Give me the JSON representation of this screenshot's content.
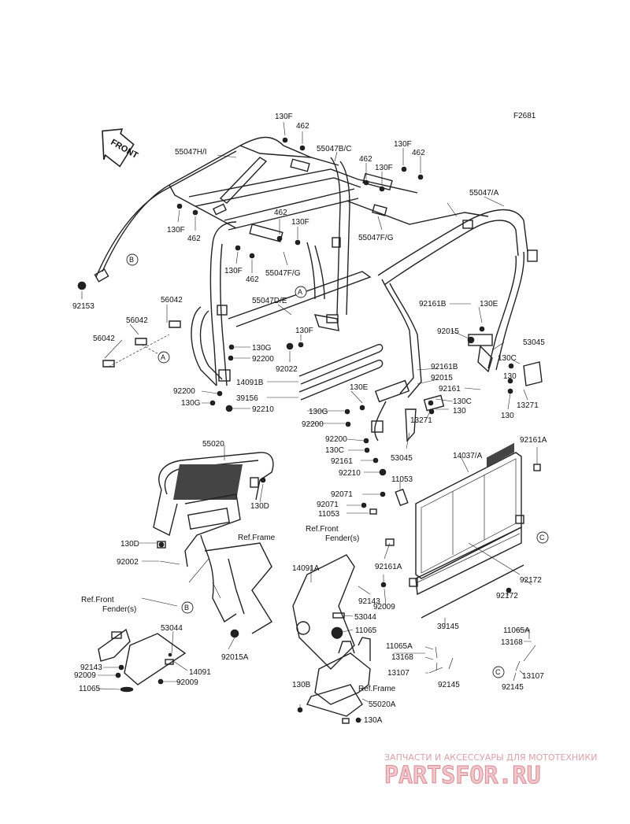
{
  "figure_id": "F2681",
  "front_arrow_label": "FRONT",
  "callouts": {
    "a": "A",
    "b": "B",
    "c": "C"
  },
  "labels": {
    "p130F_a": "130F",
    "p462_a": "462",
    "p55047HI": "55047H/I",
    "p55047BC": "55047B/C",
    "p130F_b": "130F",
    "p462_b": "462",
    "p462_c": "462",
    "p130F_c": "130F",
    "p130F_d": "130F",
    "p462_d": "462",
    "p462_e": "462",
    "p130F_e": "130F",
    "p55047FG_a": "55047F/G",
    "p55047A": "55047/A",
    "p130F_f": "130F",
    "p462_f": "462",
    "p55047FG_b": "55047F/G",
    "p92153": "92153",
    "p56042_a": "56042",
    "p56042_b": "56042",
    "p56042_c": "56042",
    "p55047DE": "55047D/E",
    "p130F_g": "130F",
    "p130G_a": "130G",
    "p92200_a": "92200",
    "p92022": "92022",
    "p14091B": "14091B",
    "p39156": "39156",
    "p92200_b": "92200",
    "p130G_b": "130G",
    "p92210_a": "92210",
    "p92161B_a": "92161B",
    "p130E_a": "130E",
    "p92015_a": "92015",
    "p53045_a": "53045",
    "p92161B_b": "92161B",
    "p92015_b": "92015",
    "p130C_a": "130C",
    "p92161_a": "92161",
    "p130E_b": "130E",
    "p130G_c": "130G",
    "p92200_c": "92200",
    "p130C_b": "130C",
    "p130_a": "130",
    "p13271_a": "13271",
    "p130_b": "130",
    "p13271_b": "13271",
    "p92200_d": "92200",
    "p130C_c": "130C",
    "p92161_b": "92161",
    "p53045_b": "53045",
    "p92210_b": "92210",
    "p55020": "55020",
    "p130D_a": "130D",
    "p130D_b": "130D",
    "p92002": "92002",
    "p14037A": "14037/A",
    "p92161A_a": "92161A",
    "p11053_a": "11053",
    "p92071_a": "92071",
    "p92071_b": "92071",
    "p11053_b": "11053",
    "ref_front_fender_a": "Ref.Front\nFender(s)",
    "ref_frame_a": "Ref.Frame",
    "p14091A": "14091A",
    "p92161A_b": "92161A",
    "p92143_a": "92143",
    "p92009_a": "92009",
    "p53044_a": "53044",
    "p11065_a": "11065",
    "p92172_a": "92172",
    "p92172_b": "92172",
    "ref_front_fender_b": "Ref.Front\nFender(s)",
    "p53044_b": "53044",
    "p92015A": "92015A",
    "p92143_b": "92143",
    "p92009_b": "92009",
    "p14091": "14091",
    "p11065_b": "11065",
    "p92009_c": "92009",
    "p39145": "39145",
    "p11065A_a": "11065A",
    "p13168_a": "13168",
    "p13107_a": "13107",
    "p92145_a": "92145",
    "p11065A_b": "11065A",
    "p13168_b": "13168",
    "p13107_b": "13107",
    "p92145_b": "92145",
    "ref_frame_b": "Ref.Frame",
    "p130B": "130B",
    "p55020A": "55020A",
    "p130A": "130A"
  },
  "watermark": {
    "caption": "ЗАПЧАСТИ И АКСЕССУАРЫ ДЛЯ МОТОТЕХНИКИ",
    "brand": "PARTSFOR.RU"
  },
  "colors": {
    "ink": "#222222",
    "watermark": "#d88a94"
  }
}
